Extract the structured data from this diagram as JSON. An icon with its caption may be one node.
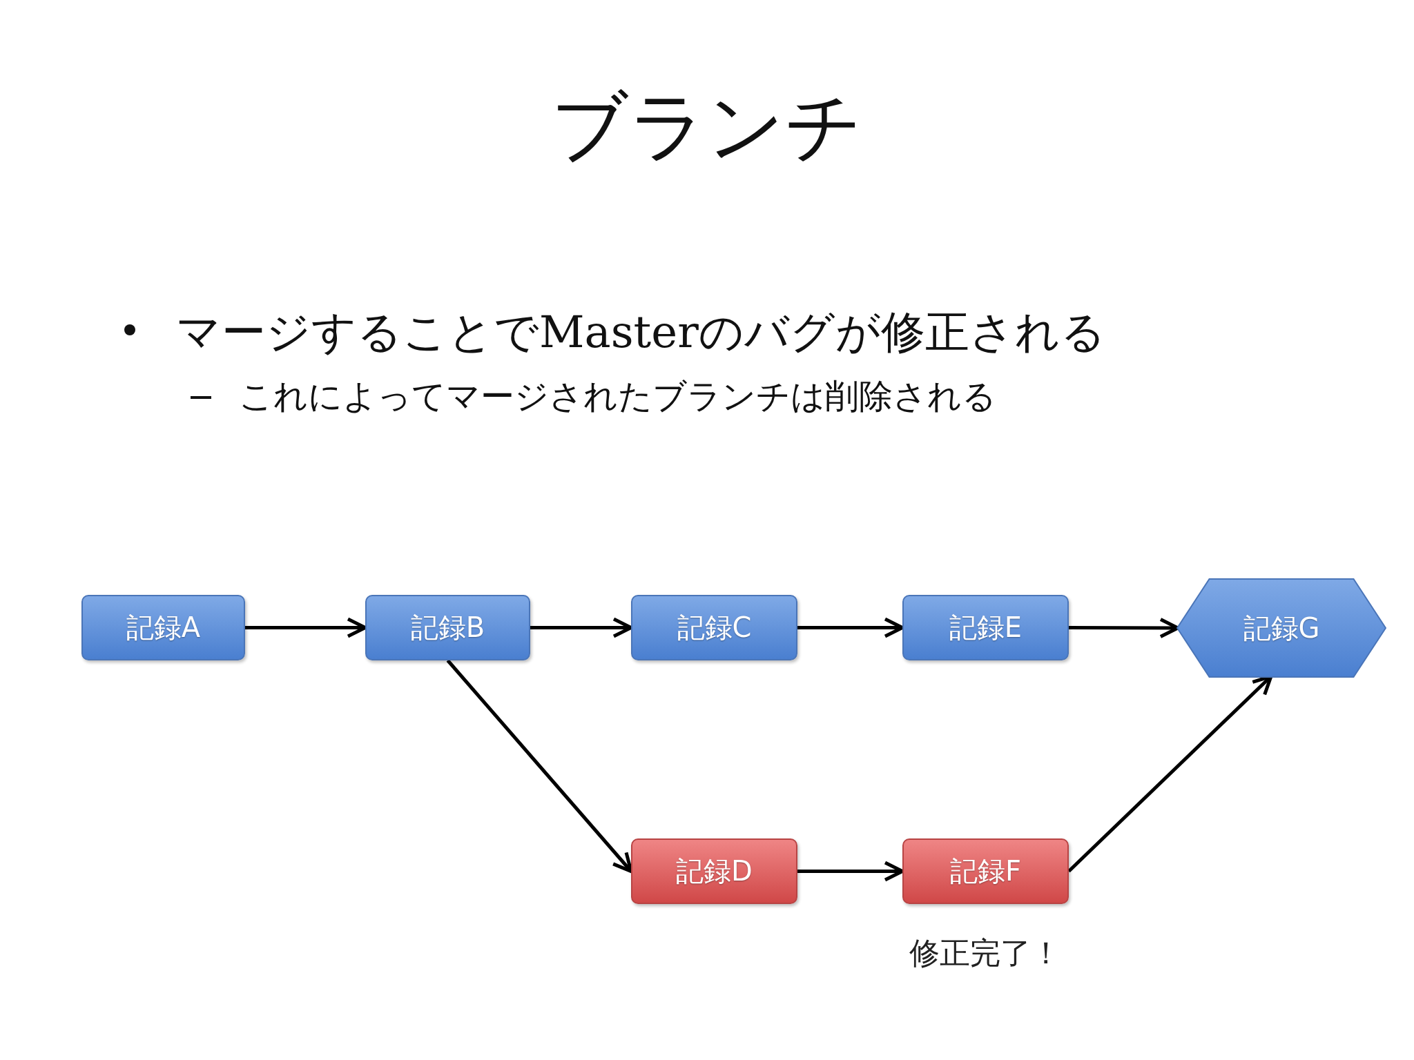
{
  "diagram": {
    "title": "ブランチ",
    "nodes": [
      {
        "text": [
          "記録A"
        ]
      },
      {
        "text": [
          "記録B"
        ]
      },
      {
        "text": [
          "記録C"
        ]
      },
      {
        "text": [
          "記録E"
        ]
      },
      {
        "text": [
          "記録G"
        ]
      },
      {
        "text": [
          "記録D"
        ]
      },
      {
        "text": [
          "記録F"
        ],
        "beside": [
          "修正完了！"
        ]
      }
    ],
    "edges": [
      {
        "from": 0,
        "to": 1,
        "arrow": "to"
      },
      {
        "from": 1,
        "to": 2,
        "arrow": "to"
      },
      {
        "from": 2,
        "to": 3,
        "arrow": "to"
      },
      {
        "from": 3,
        "to": 4,
        "arrow": "to"
      },
      {
        "from": 1,
        "to": 5,
        "arrow": "to"
      },
      {
        "from": 5,
        "to": 6,
        "arrow": "to"
      },
      {
        "from": 6,
        "to": 4,
        "arrow": "to"
      }
    ],
    "labels": [
      "マージすることでMasterのバグが修正される",
      "これによってマージされたブランチは削除される"
    ]
  }
}
